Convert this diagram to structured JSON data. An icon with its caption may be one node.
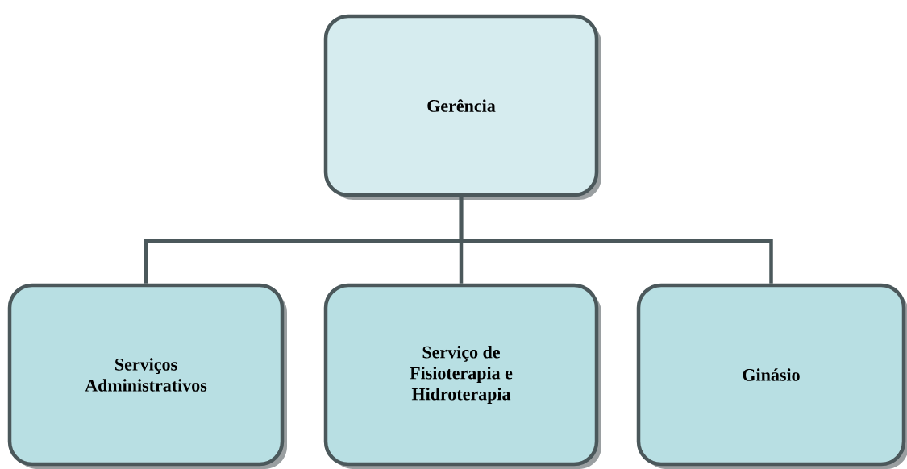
{
  "diagram": {
    "nodes": [
      {
        "text": [
          "Gerência"
        ]
      },
      {
        "text": [
          "Serviços Administrativos"
        ]
      },
      {
        "text": [
          "Serviço de Fisioterapia e Hidroterapia"
        ]
      },
      {
        "text": [
          "Ginásio"
        ]
      }
    ],
    "edges": [
      {
        "from": 0,
        "to": 1,
        "arrow": "none"
      },
      {
        "from": 0,
        "to": 2,
        "arrow": "none"
      },
      {
        "from": 0,
        "to": 3,
        "arrow": "none"
      }
    ]
  }
}
